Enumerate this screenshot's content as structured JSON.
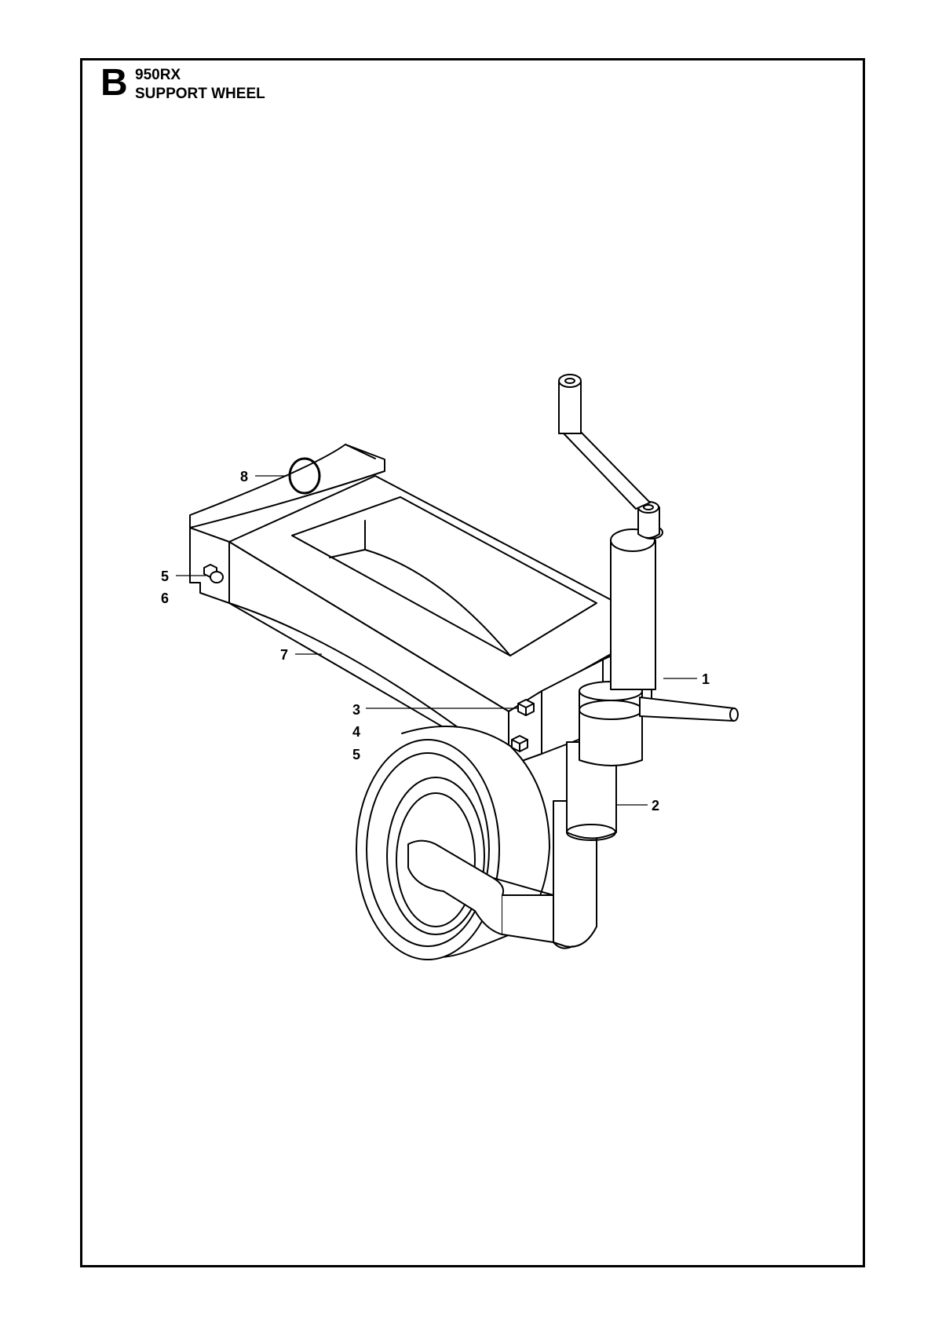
{
  "header": {
    "section_letter": "B",
    "model": "950RX",
    "title": "SUPPORT WHEEL"
  },
  "callouts": {
    "c1": "1",
    "c2": "2",
    "c3": "3",
    "c4": "4",
    "c5a": "5",
    "c5b": "5",
    "c6": "6",
    "c7": "7",
    "c8": "8"
  }
}
